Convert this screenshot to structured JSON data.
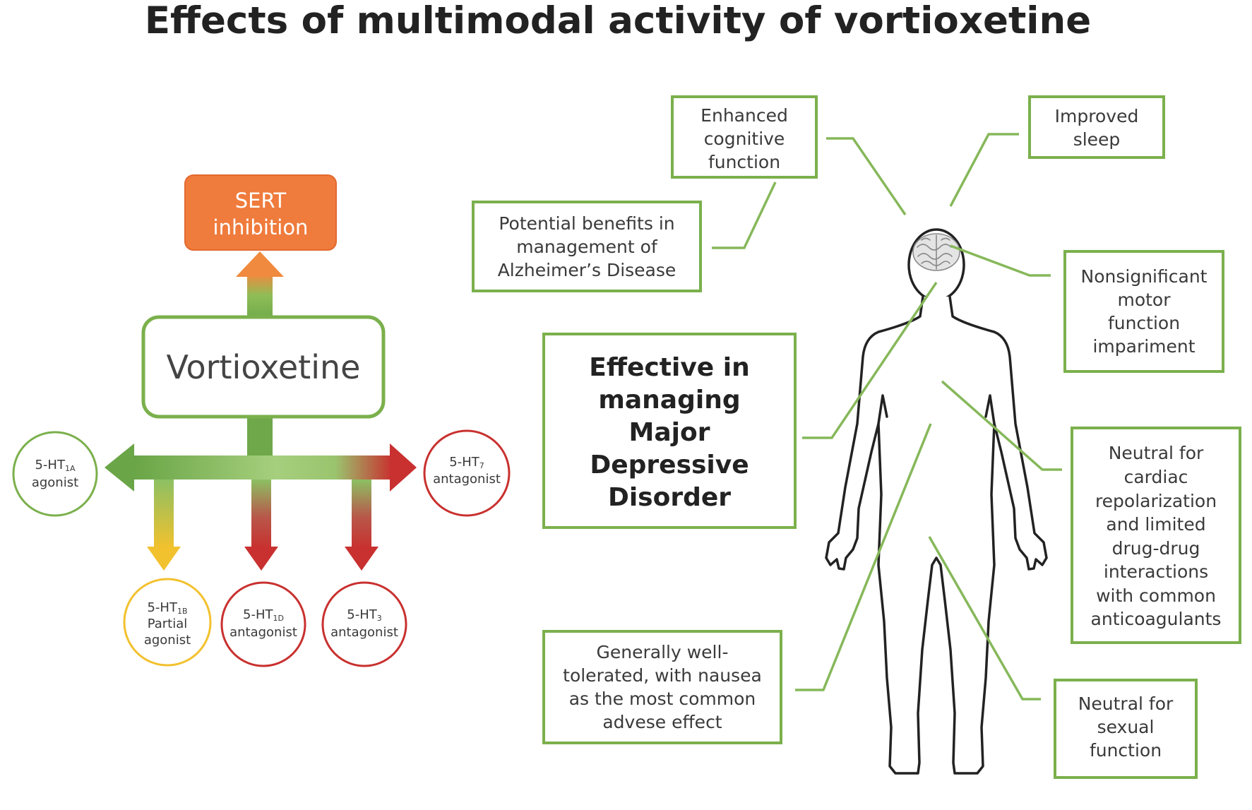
{
  "title": "Effects of multimodal activity of vortioxetine",
  "drug": "Vortioxetine",
  "sert": [
    "SERT",
    "inhibition"
  ],
  "receptors": {
    "ht1a": {
      "l1": "5-HT",
      "l1sub": "1A",
      "l2": "agonist"
    },
    "ht7": {
      "l1": "5-HT",
      "l1sub": "7",
      "l2": "antagonist"
    },
    "ht1b": {
      "l1": "5-HT",
      "l1sub": "1B",
      "l2": "Partial",
      "l3": "agonist"
    },
    "ht1d": {
      "l1": "5-HT",
      "l1sub": "1D",
      "l2": "antagonist"
    },
    "ht3": {
      "l1": "5-HT",
      "l1sub": "3",
      "l2": "antagonist"
    }
  },
  "effects": {
    "cognitive": [
      "Enhanced",
      "cognitive",
      "function"
    ],
    "sleep": [
      "Improved",
      "sleep"
    ],
    "alzheimers": [
      "Potential benefits in",
      "management of",
      "Alzheimer’s Disease"
    ],
    "motor": [
      "Nonsignificant",
      "motor",
      "function",
      "impariment"
    ],
    "mdd": [
      "Effective in",
      "managing",
      "Major",
      "Depressive",
      "Disorder"
    ],
    "cardiac": [
      "Neutral for",
      "cardiac",
      "repolarization",
      "and limited",
      "drug-drug",
      "interactions",
      "with common",
      "anticoagulants"
    ],
    "tolerated": [
      "Generally well-",
      "tolerated, with nausea",
      "as the most common",
      "advese effect"
    ],
    "sexual": [
      "Neutral for",
      "sexual",
      "function"
    ]
  },
  "colors": {
    "green": "#7bb04c",
    "orange": "#ef7b3c",
    "red": "#c8312f",
    "yellow": "#f2c12e"
  }
}
